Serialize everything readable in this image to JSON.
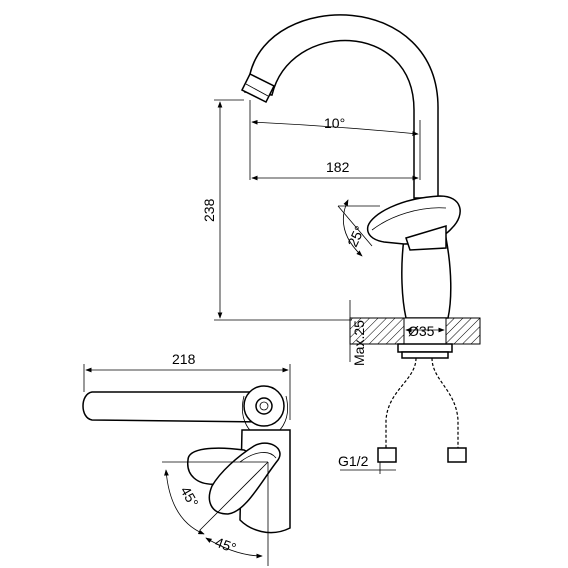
{
  "dimensions": {
    "spout_angle": "10°",
    "spout_reach": "182",
    "height": "238",
    "lever_angle": "25°",
    "hole_diameter": "Ø35",
    "max_thickness": "Max.25",
    "connection": "G1/2",
    "top_length": "218",
    "rotation_left": "45°",
    "rotation_right": "45°"
  }
}
